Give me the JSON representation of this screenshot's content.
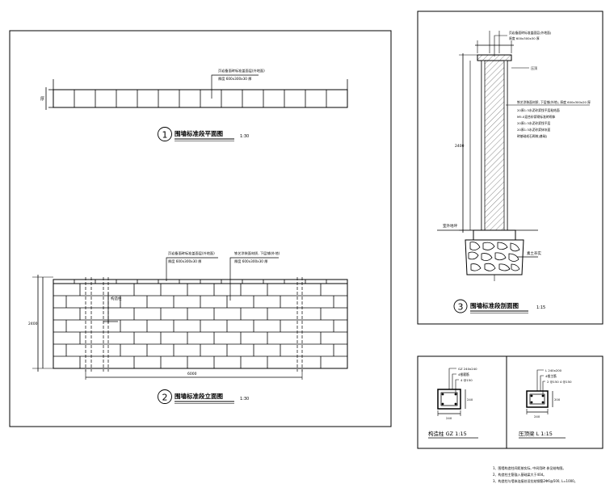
{
  "drawing": {
    "plan": {
      "number": "1",
      "title": "围墙标准段平面图",
      "scale": "1:30",
      "note_line1": "页岩备面砖标准盖面层(外地面)",
      "note_line2": "厚度 600x300x30  厚",
      "dim_label": "厚"
    },
    "elevation": {
      "number": "2",
      "title": "围墙标准段立面图",
      "scale": "1:30",
      "note_a_line1": "页岩备面砖标准盖面层(外地面)",
      "note_a_line2": "厚度 600x300x30  厚",
      "note_b_line1": "铁艺涂装面材质, 下层铺(外地)",
      "note_b_line2": "厚度 600x300x30  厚",
      "col_label": "构造柱",
      "height_dim": "2400",
      "length_dim": "6000"
    },
    "section": {
      "number": "3",
      "title": "围墙标准段剖面图",
      "scale": "1:15",
      "notes": [
        "页岩备面砖标准盖面层(外地面)",
        "厚度 600x300x30  厚",
        "压顶",
        "铁艺涂装面材质, 下层铺(外地), 厚度 600x300x20  厚",
        "20厚1:3水泥砂浆找平层粘结面",
        "M5.0混合砂浆砌标准砖砌体",
        "20厚1:3水泥砂浆找平层",
        "20厚1:3水泥砂浆抹灰面",
        "砖基础毛石砌筑(基础)"
      ],
      "height_dim": "2400",
      "ground_label": "室外地坪",
      "base_label": "素土夯实"
    },
    "detail_gz": {
      "labels": [
        "GZ 240x240",
        "4根箍筋",
        "4 @150"
      ],
      "caption": "构造柱  GZ  1:15",
      "dim_bottom": "240",
      "dim_side": "240"
    },
    "detail_l": {
      "labels": [
        "L 240x200",
        "4根主筋",
        "2 @150 4 @150"
      ],
      "caption": "压顶梁  L  1:15",
      "dim_bottom": "240",
      "dim_side": "200"
    },
    "general_notes": [
      "1、围墙构造柱间距按实际, 中间用砖 参见结构图。",
      "2、构造柱主筋锚入基础梁大于40d。",
      "3、构造柱与墙体连接处设拉结钢筋2Φ6@500, L=1000。"
    ]
  }
}
